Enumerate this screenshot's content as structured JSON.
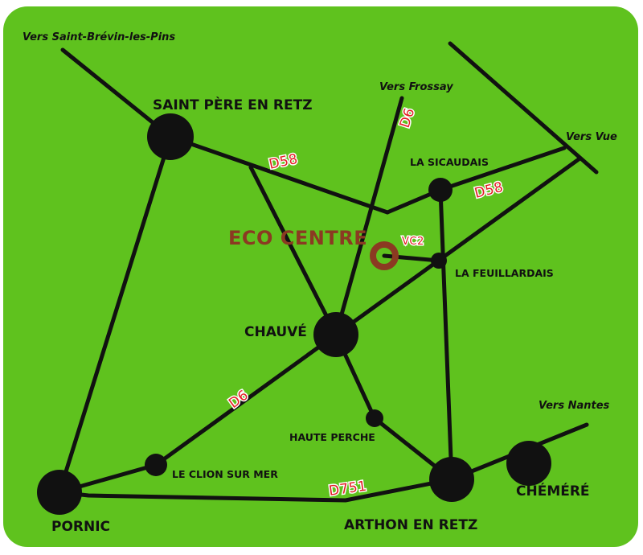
{
  "map": {
    "colors": {
      "background": "#5fc21e",
      "frame": "#ffffff",
      "road": "#111111",
      "road_label": "#e31e24",
      "eco_centre": "#8b3a22"
    },
    "directions": {
      "saint_brevin": "Vers Saint-Brévin-les-Pins",
      "frossay": "Vers Frossay",
      "vue": "Vers Vue",
      "nantes": "Vers Nantes"
    },
    "towns": {
      "saint_pere": "SAINT PÈRE EN RETZ",
      "sicaudais": "LA SICAUDAIS",
      "feuillardais": "LA FEUILLARDAIS",
      "chauve": "CHAUVÉ",
      "haute_perche": "HAUTE PERCHE",
      "clion": "LE CLION SUR MER",
      "pornic": "PORNIC",
      "arthon": "ARTHON EN RETZ",
      "chemere": "CHÉMÉRÉ"
    },
    "roads": {
      "d58_west": "D58",
      "d58_east": "D58",
      "d6_north": "D6",
      "d6_south": "D6",
      "vc2": "VC2",
      "d751": "D751"
    },
    "eco_centre": {
      "label": "ECO CENTRE"
    }
  }
}
